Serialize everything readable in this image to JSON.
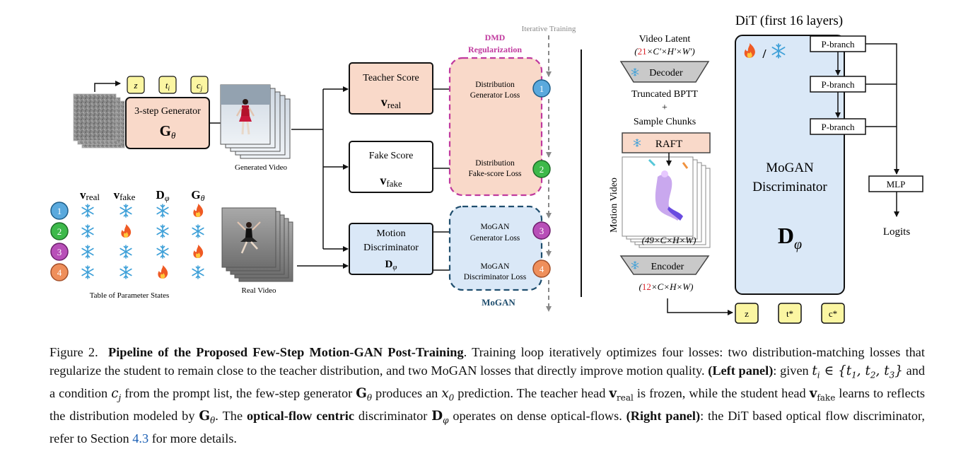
{
  "left_panel": {
    "input_tokens": [
      "z",
      "t_i",
      "c_j"
    ],
    "generator": {
      "label": "3-step Generator",
      "symbol": "G",
      "sub": "θ"
    },
    "generated_video_label": "Generated Video",
    "real_video_label": "Real Video",
    "teacher": {
      "label": "Teacher Score",
      "symbol": "v",
      "sub": "real"
    },
    "fake": {
      "label": "Fake Score",
      "symbol": "v",
      "sub": "fake"
    },
    "motion_disc": {
      "line1": "Motion",
      "line2": "Discriminator",
      "symbol": "D",
      "sub": "φ"
    },
    "dmd": {
      "title_line1": "DMD",
      "title_line2": "Regularization",
      "loss1_line1": "Distribution",
      "loss1_line2": "Generator Loss",
      "loss2_line1": "Distribution",
      "loss2_line2": "Fake-score Loss"
    },
    "mogan": {
      "title": "MoGAN",
      "loss3_line1": "MoGAN",
      "loss3_line2": "Generator Loss",
      "loss4_line1": "MoGAN",
      "loss4_line2": "Discriminator Loss"
    },
    "iterative_training": "Iterative Training",
    "step_numbers": [
      "1",
      "2",
      "3",
      "4"
    ],
    "table": {
      "title": "Table of Parameter States",
      "headers": [
        {
          "s": "v",
          "sub": "real"
        },
        {
          "s": "v",
          "sub": "fake"
        },
        {
          "s": "D",
          "sub": "φ"
        },
        {
          "s": "G",
          "sub": "θ"
        }
      ],
      "rows": [
        [
          "frozen",
          "frozen",
          "frozen",
          "train"
        ],
        [
          "frozen",
          "train",
          "frozen",
          "frozen"
        ],
        [
          "frozen",
          "frozen",
          "frozen",
          "train"
        ],
        [
          "frozen",
          "frozen",
          "train",
          "frozen"
        ]
      ]
    }
  },
  "right_panel": {
    "video_latent": "Video Latent",
    "latent_dims": {
      "num": "21",
      "rest": "×C′×H′×W′"
    },
    "decoder": "Decoder",
    "bptt": "Truncated BPTT",
    "plus": "+",
    "sample_chunks": "Sample Chunks",
    "raft": "RAFT",
    "motion_video": "Motion Video",
    "motion_dims": "(49×C×H×W)",
    "encoder": "Encoder",
    "encoded_dims": {
      "num": "12",
      "rest": "×C×H×W"
    },
    "dit_title": "DiT (first 16 layers)",
    "pbranch": "P-branch",
    "disc_line1": "MoGAN",
    "disc_line2": "Discriminator",
    "disc_symbol": "D",
    "disc_sub": "φ",
    "mlp": "MLP",
    "logits": "Logits",
    "out_tokens": [
      "z",
      "t*",
      "c*"
    ]
  },
  "caption": {
    "fig": "Figure 2.",
    "title": "Pipeline of the Proposed Few-Step Motion-GAN Post-Training",
    "t1": ". Training loop iteratively optimizes four losses: two distribution-matching losses that regularize the student to remain close to the teacher distribution, and two MoGAN losses that directly improve motion quality. ",
    "left": "(Left panel)",
    "t2": ": given ",
    "t3": " and a condition ",
    "t4": " from the prompt list, the few-step generator ",
    "t5": " produces an ",
    "t6": " prediction. The teacher head ",
    "t7": " is frozen, while the student head ",
    "t8": " learns to reflects the distribution modeled by ",
    "t9": ". The ",
    "ofc": "optical-flow centric",
    "t10": " discriminator ",
    "t11": " operates on dense optical-flows. ",
    "right": "(Right panel)",
    "t12": ": the DiT based optical flow discriminator, refer to Section ",
    "sec": "4.3",
    "t13": " for more details."
  },
  "colors": {
    "peach": "#f9d9c9",
    "light_blue": "#dae8f7",
    "yellow": "#fbf6a2",
    "dmd_purple": "#c0399e",
    "mogan_navy": "#1f4e6e",
    "step1": "#5aa9dd",
    "step2": "#3db94a",
    "step3": "#b84fb8",
    "step4": "#ef8f5b",
    "red_num": "#d8232a"
  }
}
